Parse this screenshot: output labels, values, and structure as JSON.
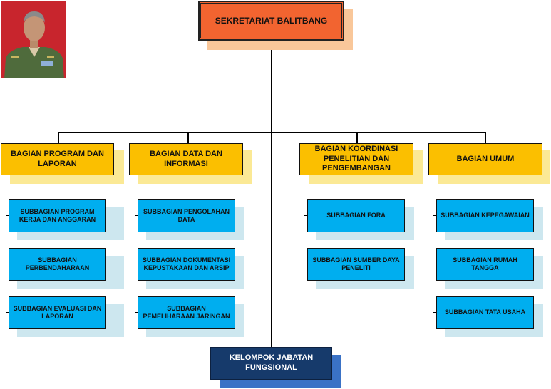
{
  "top": {
    "label": "SEKRETARIAT BALITBANG"
  },
  "photo": {
    "subject": "official-portrait",
    "background_color": "#c8252d",
    "uniform_color": "#4f6b3c"
  },
  "colors": {
    "top_fill": "#f26430",
    "top_shadow": "#f9c79a",
    "bagian_fill": "#fbbf00",
    "bagian_shadow": "#fbe995",
    "subbagian_fill": "#00aeef",
    "subbagian_shadow": "#cde7ef",
    "fungsional_fill": "#163a6b",
    "fungsional_shadow": "#3a72c6"
  },
  "bagian": [
    {
      "label": "BAGIAN PROGRAM DAN LAPORAN",
      "subbagian": [
        "SUBBAGIAN PROGRAM KERJA DAN ANGGARAN",
        "SUBBAGIAN PERBENDAHARAAN",
        "SUBBAGIAN EVALUASI DAN LAPORAN"
      ]
    },
    {
      "label": "BAGIAN DATA DAN INFORMASI",
      "subbagian": [
        "SUBBAGIAN PENGOLAHAN DATA",
        "SUBBAGIAN DOKUMENTASI KEPUSTAKAAN DAN ARSIP",
        "SUBBAGIAN PEMELIHARAAN JARINGAN"
      ]
    },
    {
      "label": "BAGIAN KOORDINASI PENELITIAN DAN PENGEMBANGAN",
      "subbagian": [
        "SUBBAGIAN FORA",
        "SUBBAGIAN SUMBER DAYA PENELITI"
      ]
    },
    {
      "label": "BAGIAN UMUM",
      "subbagian": [
        "SUBBAGIAN KEPEGAWAIAN",
        "SUBBAGIAN RUMAH TANGGA",
        "SUBBAGIAN TATA USAHA"
      ]
    }
  ],
  "fungsional": {
    "label": "KELOMPOK JABATAN FUNGSIONAL"
  }
}
